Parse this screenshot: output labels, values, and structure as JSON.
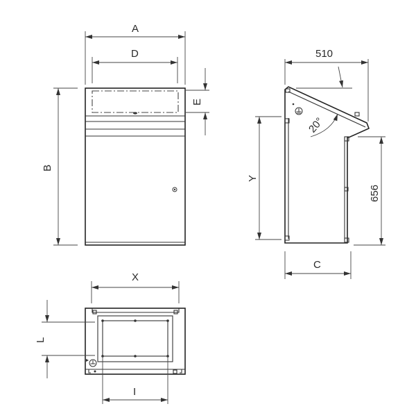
{
  "diagram": {
    "type": "technical-drawing",
    "subject": "sloped-top enclosure / console cabinet dimension drawing",
    "views": {
      "front": {
        "labels": {
          "width_outer": "A",
          "width_inner": "D",
          "height": "B",
          "top_band": "E"
        }
      },
      "side": {
        "labels": {
          "depth_top": "510",
          "angle": "20°",
          "height_left": "Y",
          "height_right": "656",
          "depth_bottom": "C"
        }
      },
      "bottom": {
        "labels": {
          "width": "X",
          "cutout_depth": "L",
          "cutout_width": "I"
        }
      }
    },
    "icons": {
      "earth": "ground-symbol",
      "lock": "lock-symbol"
    },
    "colors": {
      "line": "#333333",
      "background": "#ffffff"
    }
  }
}
